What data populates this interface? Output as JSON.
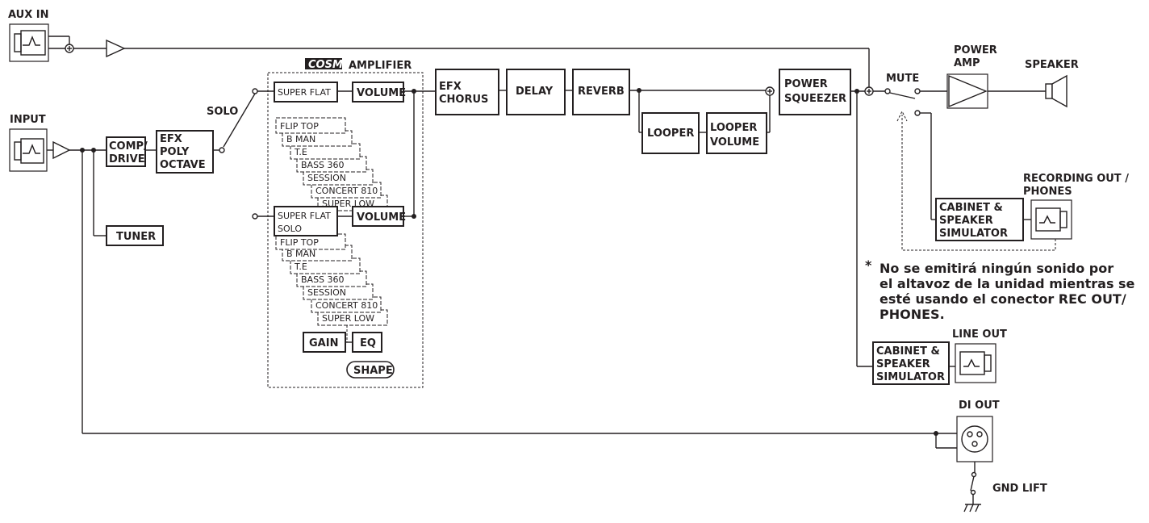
{
  "labels": {
    "aux_in": "AUX IN",
    "input": "INPUT",
    "solo": "SOLO",
    "comp_drive": [
      "COMP/",
      "DRIVE"
    ],
    "efx_poly": [
      "EFX",
      "POLY",
      "OCTAVE"
    ],
    "tuner": "TUNER",
    "cosm_logo": "COSM",
    "amplifier": "AMPLIFIER",
    "volume": "VOLUME",
    "gain": "GAIN",
    "eq": "EQ",
    "shape": "SHAPE",
    "efx_chorus": [
      "EFX",
      "CHORUS"
    ],
    "delay": "DELAY",
    "reverb": "REVERB",
    "looper": "LOOPER",
    "looper_volume": [
      "LOOPER",
      "VOLUME"
    ],
    "power_squeezer": [
      "POWER",
      "SQUEEZER"
    ],
    "mute": "MUTE",
    "power_amp": [
      "POWER",
      "AMP"
    ],
    "speaker": "SPEAKER",
    "recording_out": [
      "RECORDING OUT /",
      "PHONES"
    ],
    "cabinet_sim": [
      "CABINET &",
      "SPEAKER",
      "SIMULATOR"
    ],
    "line_out": "LINE OUT",
    "di_out": "DI OUT",
    "gnd_lift": "GND LIFT"
  },
  "amp_top": {
    "first": "SUPER FLAT",
    "models": [
      "FLIP TOP",
      "B MAN",
      "T.E",
      "BASS 360",
      "SESSION",
      "CONCERT 810",
      "SUPER LOW"
    ]
  },
  "amp_bottom": {
    "first": [
      "SUPER FLAT",
      "SOLO"
    ],
    "models": [
      "FLIP TOP",
      "B MAN",
      "T.E",
      "BASS 360",
      "SESSION",
      "CONCERT 810",
      "SUPER LOW"
    ]
  },
  "note": {
    "asterisk": "*",
    "lines": [
      "No se emitirá ningún sonido por",
      "el altavoz de la unidad mientras se",
      "esté usando el conector REC OUT/",
      "PHONES."
    ]
  }
}
